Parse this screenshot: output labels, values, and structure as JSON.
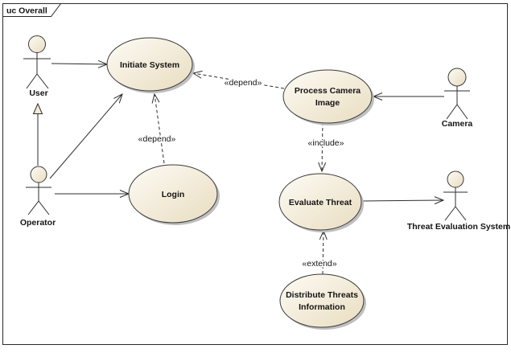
{
  "frame": {
    "tab_label": "uc Overall"
  },
  "use_cases": {
    "initiate_system": {
      "name": "Initiate System"
    },
    "login": {
      "name": "Login"
    },
    "process_camera_image": {
      "name_line1": "Process Camera",
      "name_line2": "Image"
    },
    "evaluate_threat": {
      "name": "Evaluate Threat"
    },
    "distribute_threats_information": {
      "name_line1": "Distribute Threats",
      "name_line2": "Information"
    }
  },
  "actors": {
    "user": {
      "name": "User"
    },
    "operator": {
      "name": "Operator"
    },
    "camera": {
      "name": "Camera"
    },
    "threat_evaluation_system": {
      "name": "Threat Evaluation System"
    }
  },
  "connectors": {
    "login_depend_initiate_system": {
      "stereotype": "«depend»"
    },
    "process_camera_image_depend_initiate_system": {
      "stereotype": "«depend»"
    },
    "process_camera_image_include_evaluate_threat": {
      "stereotype": "«include»"
    },
    "distribute_threats_extend_evaluate_threat": {
      "stereotype": "«extend»"
    }
  },
  "colors": {
    "background": "#ffffff",
    "node_fill_top": "#fdfbf5",
    "node_fill_bottom": "#e9ddc0",
    "node_border": "#3a3a3a",
    "connector": "#2d2d2d",
    "shadow": "#bfbfbf",
    "text": "#141414"
  }
}
